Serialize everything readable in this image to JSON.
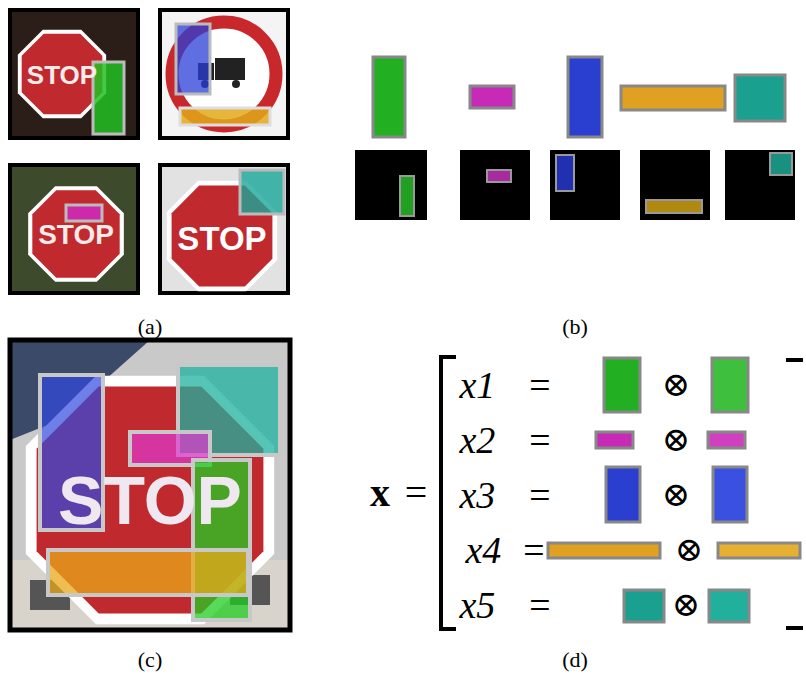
{
  "diagram": {
    "labels": [
      "(a)",
      "(b)",
      "(c)",
      "(d)",
      "x",
      "=",
      "x1 =",
      "⊗",
      "x2 =",
      "⊗",
      "x3 =",
      "⊗",
      "x4 =",
      "⊗",
      "x5 =",
      "⊗",
      "STOP",
      "STOP",
      "STOP",
      "STOP"
    ]
  }
}
